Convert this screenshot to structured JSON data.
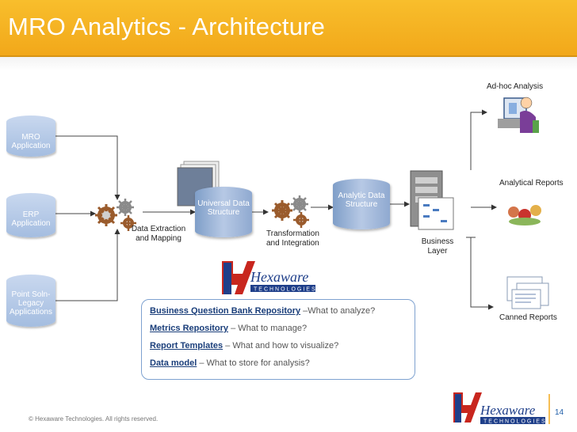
{
  "title": "MRO Analytics - Architecture",
  "sources": [
    {
      "label": "MRO Application"
    },
    {
      "label": "ERP Application"
    },
    {
      "label": "Point Soln- Legacy Applications"
    }
  ],
  "steps": {
    "extraction": "Data Extraction and Mapping",
    "transformation": "Transformation and Integration"
  },
  "stores": {
    "universal": "Universal Data Structure",
    "analytic": "Analytic Data Structure"
  },
  "business_layer": "Business Layer",
  "outputs": {
    "adhoc": "Ad-hoc Analysis",
    "analytical": "Analytical Reports",
    "canned": "Canned Reports"
  },
  "logo": {
    "name": "Hexaware",
    "tagline": "TECHNOLOGIES"
  },
  "info": [
    {
      "key": "Business Question Bank Repository",
      "desc": "–What to analyze?"
    },
    {
      "key": "Metrics Repository",
      "desc": "– What to manage?"
    },
    {
      "key": "Report Templates",
      "desc": "– What and how to visualize?"
    },
    {
      "key": "Data model",
      "desc": "– What to store for analysis?"
    }
  ],
  "copyright": "© Hexaware Technologies. All rights reserved.",
  "page_number": "14"
}
